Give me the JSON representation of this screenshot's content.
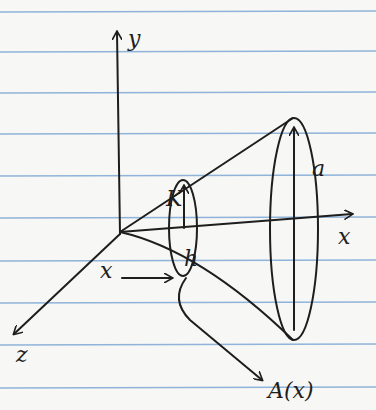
{
  "diagram": {
    "labels": [
      "y",
      "K",
      "a",
      "x",
      "h",
      "x",
      "z",
      "A(x)"
    ]
  }
}
